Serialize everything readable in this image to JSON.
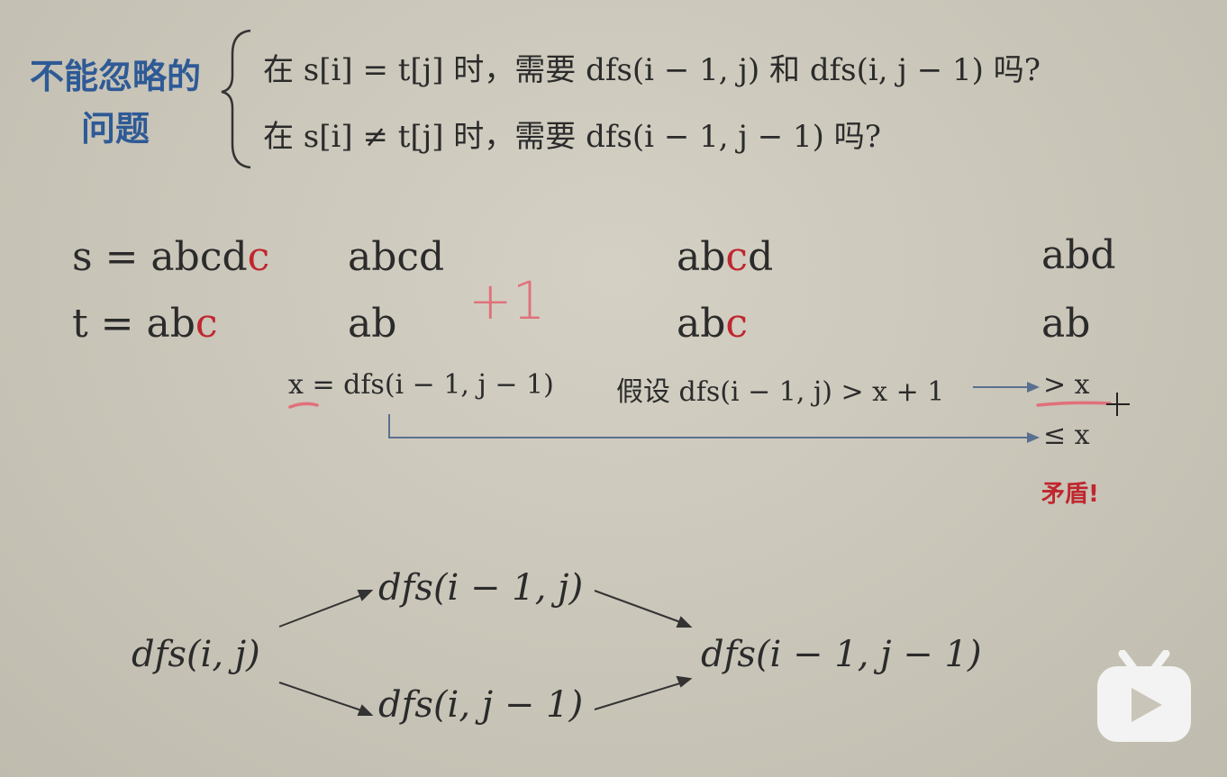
{
  "side_label": {
    "line1": "不能忽略的",
    "line2": "问题"
  },
  "questions": {
    "q1": "在 s[i] = t[j] 时，需要 dfs(i − 1, j) 和 dfs(i, j − 1) 吗?",
    "q2": "在 s[i] ≠ t[j] 时，需要 dfs(i − 1, j − 1) 吗?"
  },
  "examples": {
    "s_prefix": "s = abcd",
    "s_last": "c",
    "t_prefix": "t = ab",
    "t_last": "c",
    "col1": {
      "top": "abcd",
      "bottom": "ab"
    },
    "col2": {
      "top_a": "ab",
      "top_b": "c",
      "top_c": "d",
      "bottom_a": "ab",
      "bottom_b": "c"
    },
    "col3": {
      "top": "abd",
      "bottom": "ab"
    }
  },
  "handwriting": {
    "plus_one": "+1"
  },
  "reasoning": {
    "x_def": "x = dfs(i − 1, j − 1)",
    "assume": "假设 dfs(i − 1, j) > x + 1",
    "gt": "> x",
    "le": "≤ x",
    "contradiction": "矛盾!"
  },
  "graph": {
    "root": "dfs(i, j)",
    "up": "dfs(i − 1, j)",
    "down": "dfs(i, j − 1)",
    "target": "dfs(i − 1, j − 1)"
  },
  "colors": {
    "blue_label": "#2e5a96",
    "red": "#c0262e",
    "arrow": "#5a7090",
    "pink": "#e0707a"
  },
  "icons": {
    "logo": "tv-play-icon",
    "cursor": "crosshair-cursor-icon"
  }
}
